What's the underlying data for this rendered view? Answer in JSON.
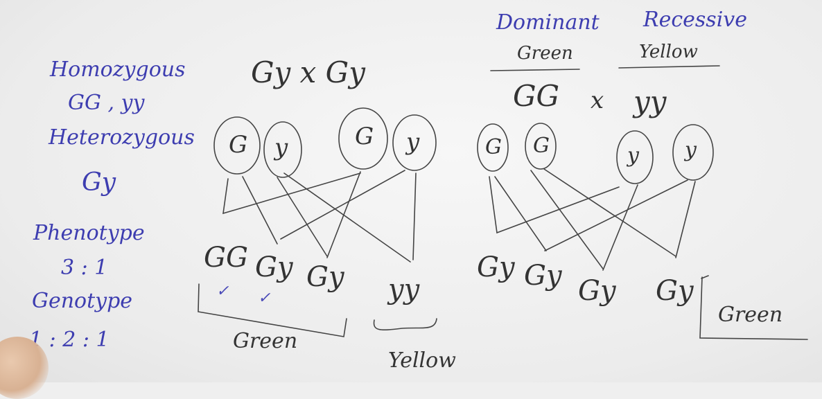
{
  "left_notes": {
    "homozygous_label": "Homozygous",
    "homozygous_examples": "GG , yy",
    "heterozygous_label": "Heterozygous",
    "heterozygous_example": "Gy",
    "phenotype_label": "Phenotype",
    "phenotype_ratio": "3 : 1",
    "genotype_label": "Genotype",
    "genotype_ratio": "1 : 2 : 1"
  },
  "cross1": {
    "parents": "Gy x Gy",
    "alleles": [
      "G",
      "y",
      "G",
      "y"
    ],
    "offspring": [
      "GG",
      "Gy",
      "Gy",
      "yy"
    ],
    "check_marks": [
      "✓",
      "✓"
    ],
    "group_green": "Green",
    "group_yellow": "Yellow"
  },
  "cross2": {
    "dominant_title": "Dominant",
    "dominant_trait": "Green",
    "recessive_title": "Recessive",
    "recessive_trait": "Yellow",
    "parents_left": "GG",
    "parents_sign": "x",
    "parents_right": "yy",
    "alleles": [
      "G",
      "G",
      "y",
      "y"
    ],
    "offspring": [
      "Gy",
      "Gy",
      "Gy",
      "Gy"
    ],
    "result": "Green"
  },
  "colors": {
    "blue_ink": "#3d3db0",
    "black_ink": "#333333",
    "board": "#efefef"
  }
}
